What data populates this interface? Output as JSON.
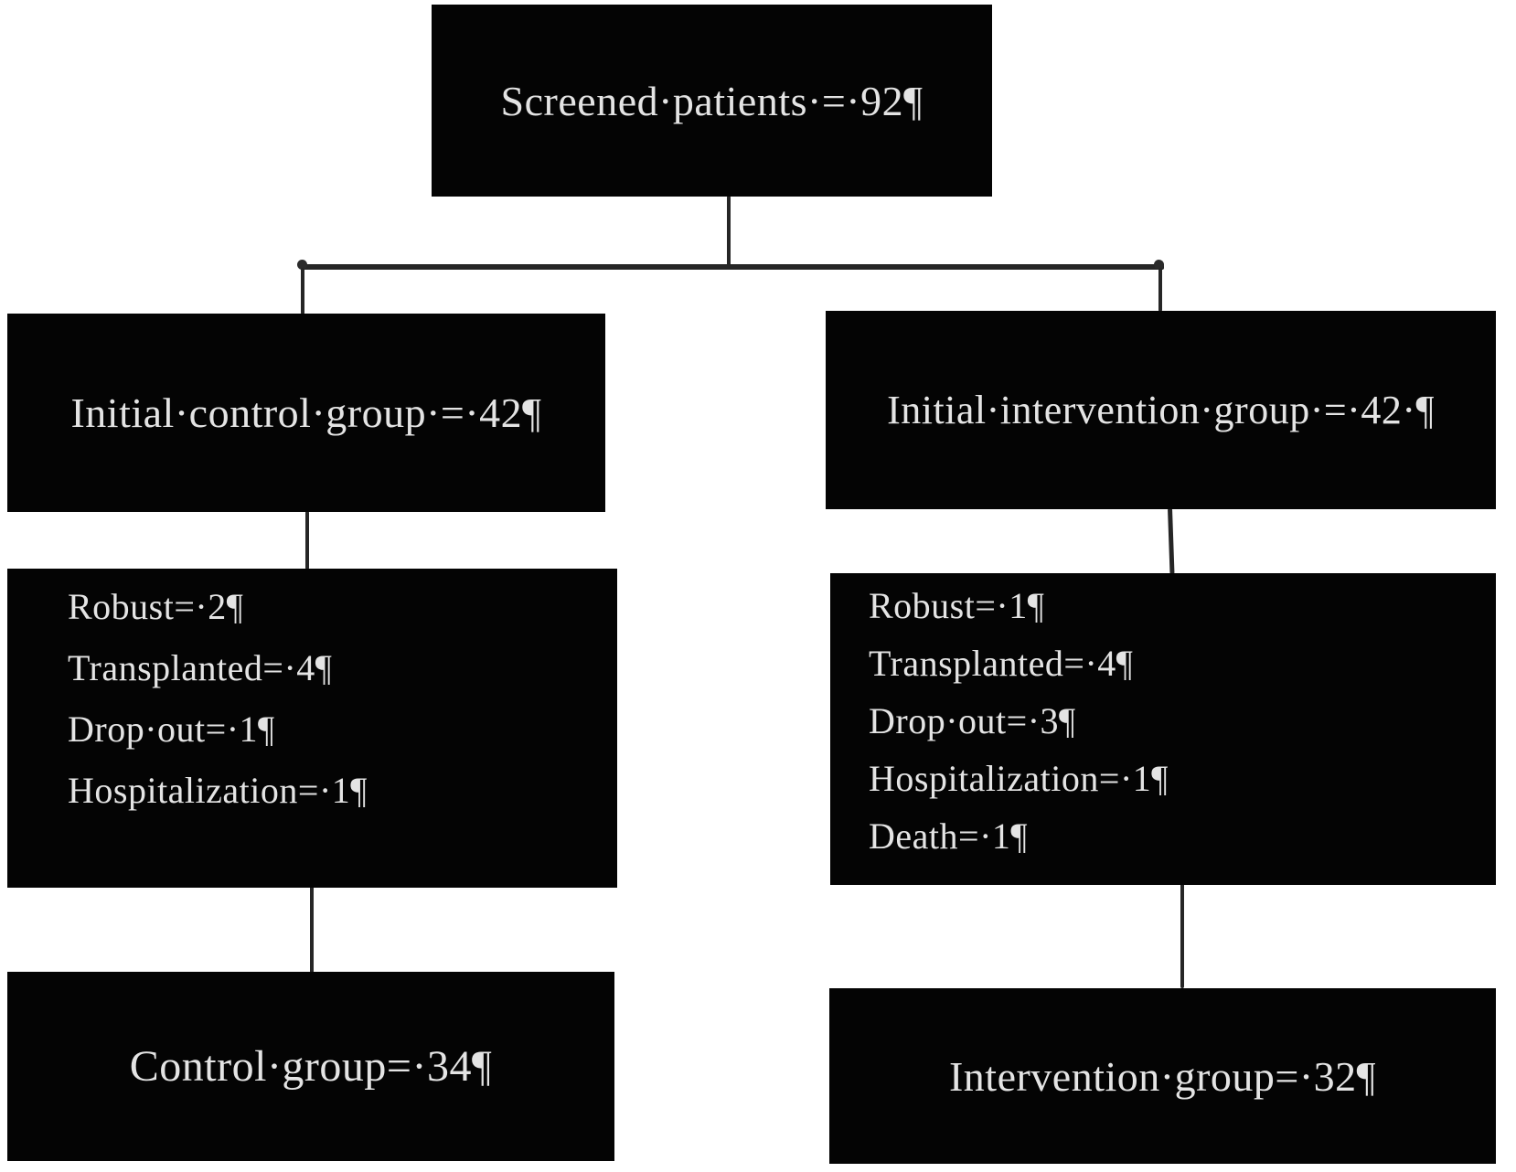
{
  "diagram": {
    "nodes": {
      "screened": {
        "label": "Screened·patients·=·92¶"
      },
      "initial_control": {
        "label": "Initial·control·group·=·42¶"
      },
      "initial_intervention": {
        "label": "Initial·intervention·group·=·42·¶"
      },
      "control_outcomes": {
        "lines": [
          "Robust=·2¶",
          "Transplanted=·4¶",
          "Drop·out=·1¶",
          "Hospitalization=·1¶"
        ]
      },
      "intervention_outcomes": {
        "lines": [
          "Robust=·1¶",
          "Transplanted=·4¶",
          "Drop·out=·3¶",
          "Hospitalization=·1¶",
          "Death=·1¶"
        ]
      },
      "control_final": {
        "label": "Control·group=·34¶"
      },
      "intervention_final": {
        "label": "Intervention·group=·32¶"
      }
    },
    "colors": {
      "box_background": "#040404",
      "box_text": "#e4e4e4",
      "connector": "#262626",
      "page_background": "#ffffff"
    }
  }
}
